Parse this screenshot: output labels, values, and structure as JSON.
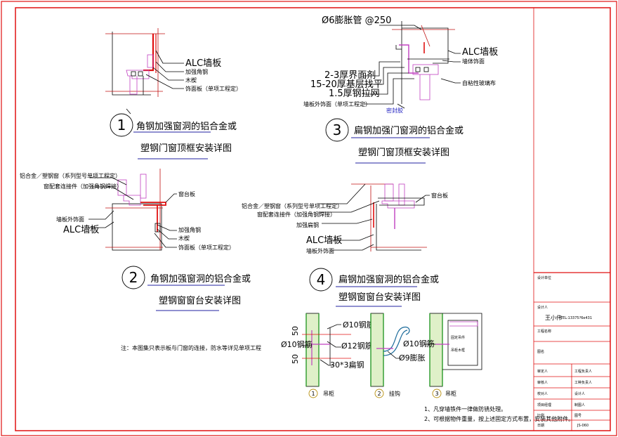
{
  "details": {
    "d1": {
      "number": "1",
      "title_line1": "角钢加强窗洞的铝合金或",
      "title_line2": "塑钢门窗顶框安装详图",
      "labels": [
        "ALC墙板",
        "加强角钢",
        "木楔",
        "饰面板（单项工程定）"
      ]
    },
    "d2": {
      "number": "2",
      "title_line1": "角钢加强窗洞的铝合金或",
      "title_line2": "塑钢窗窗台安装详图",
      "labels_left": [
        "铝合金／塑钢窗（系列型号单项工程定）",
        "窗配套连接件（加强角钢焊接）",
        "墙板外饰面",
        "ALC墙板"
      ],
      "labels_right": [
        "窗台板",
        "加强角钢",
        "木楔",
        "饰面板（单项工程定）"
      ]
    },
    "d3": {
      "number": "3",
      "title_line1": "扁钢加强门窗洞的铝合金或",
      "title_line2": "塑钢门窗顶框安装详图",
      "top_label": "Ø6膨胀管 @250",
      "labels_left": [
        "2-3厚界面剂",
        "15-20厚基层找平",
        "1.5厚钢拉网",
        "墙板外饰面（单项工程定）"
      ],
      "bottom_label": "密封胶",
      "labels_right": [
        "ALC墙板",
        "墙体饰面",
        "自粘性玻璃布"
      ]
    },
    "d4": {
      "number": "4",
      "title_line1": "扁钢加强窗洞的铝合金或",
      "title_line2": "塑钢窗窗台安装详图",
      "labels_left": [
        "铝合金／塑钢窗（系列型号单项工程定）",
        "窗配套连接件（加强角钢焊接）",
        "加强扁钢",
        "ALC墙板",
        "墙板外饰面"
      ],
      "label_right": "窗台板"
    },
    "note": "注：本图集只表示板与门窗的连接，防水等详见单项工程",
    "sub": {
      "dim_top": "50",
      "dim_bottom": "50",
      "rebar_left": "Ø10钢筋",
      "rebar_d10": "Ø10钢筋",
      "rebar_d12": "Ø12钢筋",
      "plate": "30*3扁钢",
      "rebar_d9": "Ø9膨胀",
      "rebar_c": "Ø10钢筋",
      "fix_label1": "固定吊件",
      "fix_label2": "吊柜木框",
      "c1_num": "1",
      "c1_label": "吊柜",
      "c2_num": "2",
      "c2_label": "挂钩",
      "c3_num": "3",
      "c3_label": "吊柜"
    },
    "footnotes": [
      "1、凡穿墙铁件一律做防锈处理。",
      "2、可根据物件重量，按上述固定方式布置，安装其他附件。"
    ]
  },
  "title_block": {
    "design_unit_label": "设计单位",
    "designer_label": "设计人",
    "designer_name": "王小伟",
    "designer_tel": "TEL:13375?6e431",
    "project_name_label": "工程名称",
    "drawing_name_label": "图名",
    "rows": [
      {
        "left": "审定人",
        "right": "工程负责人"
      },
      {
        "left": "审核人",
        "right": "工种负责人"
      },
      {
        "left": "校对人",
        "right": "设计人"
      },
      {
        "left": "项目经理",
        "right": "制图人"
      }
    ],
    "ratio_label": "比例",
    "sheet_label": "图号",
    "sheet_value": "JS-060",
    "date_label": "日期"
  }
}
